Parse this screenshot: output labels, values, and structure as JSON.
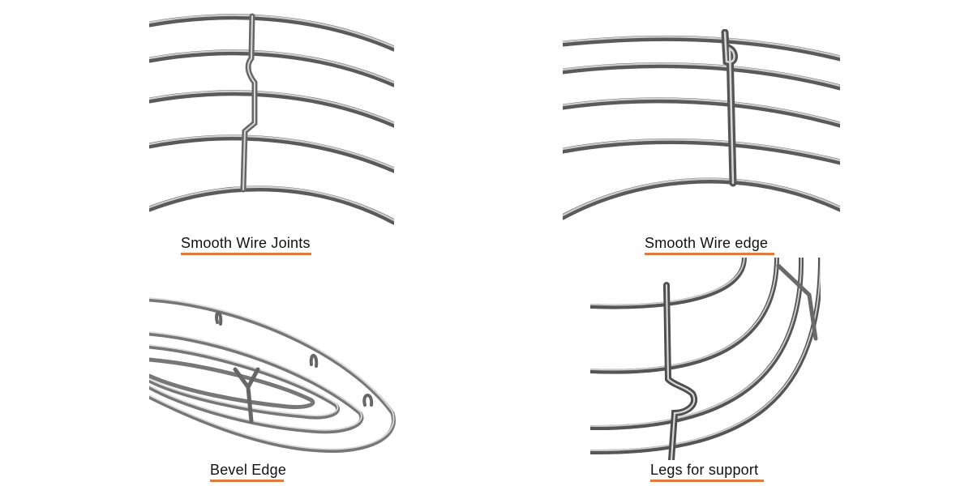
{
  "captions": {
    "joints": "Smooth Wire Joints",
    "edge": "Smooth Wire edge",
    "bevel": "Bevel Edge",
    "legs": "Legs for support"
  },
  "colors": {
    "accent_underline": "#e4793f",
    "wire_dark": "#4a4a4a",
    "wire_light": "#bcbcbc",
    "background": "#ffffff"
  }
}
